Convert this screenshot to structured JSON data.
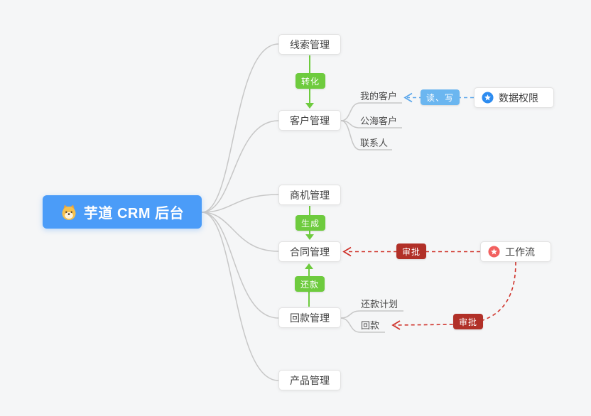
{
  "root": {
    "label": "芋道 CRM 后台",
    "icon": "dog-face-icon"
  },
  "main_nodes": [
    {
      "label": "线索管理"
    },
    {
      "label": "客户管理"
    },
    {
      "label": "商机管理"
    },
    {
      "label": "合同管理"
    },
    {
      "label": "回款管理"
    },
    {
      "label": "产品管理"
    }
  ],
  "customer_children": [
    {
      "label": "我的客户"
    },
    {
      "label": "公海客户"
    },
    {
      "label": "联系人"
    }
  ],
  "receivable_children": [
    {
      "label": "还款计划"
    },
    {
      "label": "回款"
    }
  ],
  "side_nodes": {
    "data_permission": {
      "label": "数据权限",
      "icon": "star-circle-icon"
    },
    "workflow": {
      "label": "工作流",
      "icon": "star-circle-icon"
    }
  },
  "edge_labels": {
    "convert": "转化",
    "generate": "生成",
    "repay": "还款",
    "read_write": "读、写",
    "approve_contract": "审批",
    "approve_receivable": "审批"
  },
  "colors": {
    "background": "#f5f6f7",
    "root_bg": "#4b9cf8",
    "green_badge": "#6ecb3e",
    "blue_badge": "#6bb6f0",
    "red_badge": "#b13028",
    "blue_line": "#5da8ec",
    "red_line": "#d0342c",
    "gray_line": "#c7c7c7",
    "permission_icon": "#2d8cf0",
    "workflow_icon": "#f2605f"
  }
}
